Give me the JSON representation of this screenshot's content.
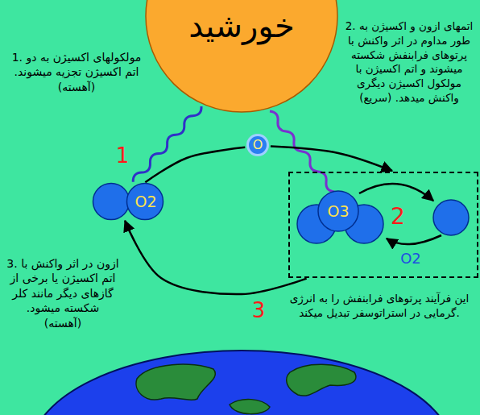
{
  "diagram": {
    "nodes": [
      {
        "text": [
          "خورشید"
        ]
      },
      {
        "text": [
          "O2"
        ]
      },
      {
        "text": [
          "O"
        ]
      },
      {
        "text": [
          "2"
        ]
      },
      {
        "text": [
          "O3"
        ],
        "in": 3
      }
    ],
    "edges": [
      {
        "from": 1,
        "to": 2,
        "arrow": "none"
      },
      {
        "from": 2,
        "to": 3,
        "arrow": "to"
      },
      {
        "from": 3,
        "to": 1,
        "arrow": "to"
      }
    ],
    "labels": [
      "1. مولکولهای اکسیژن به دو اتم اکسیژن تجزیه میشوند. (آهسته)",
      "2. اتمهای ازون و اکسیژن به طور مداوم در اثر واکنش با پرتوهای فرابنفش شکسته میشوند و اتم اکسیژن با مولکول اکسیژن دیگری واکنش میدهد. (سریع)",
      "3. ازون در اثر واکنش با اتم اکسیژن یا برخی از گازهای دیگر مانند کلر شکسته میشود. (آهسته)",
      "این فرآیند پرتوهای فرابنفش را به انرژی گرمایی در استراتوسفر تبدیل میکند.",
      "1",
      "3",
      "O2"
    ]
  }
}
